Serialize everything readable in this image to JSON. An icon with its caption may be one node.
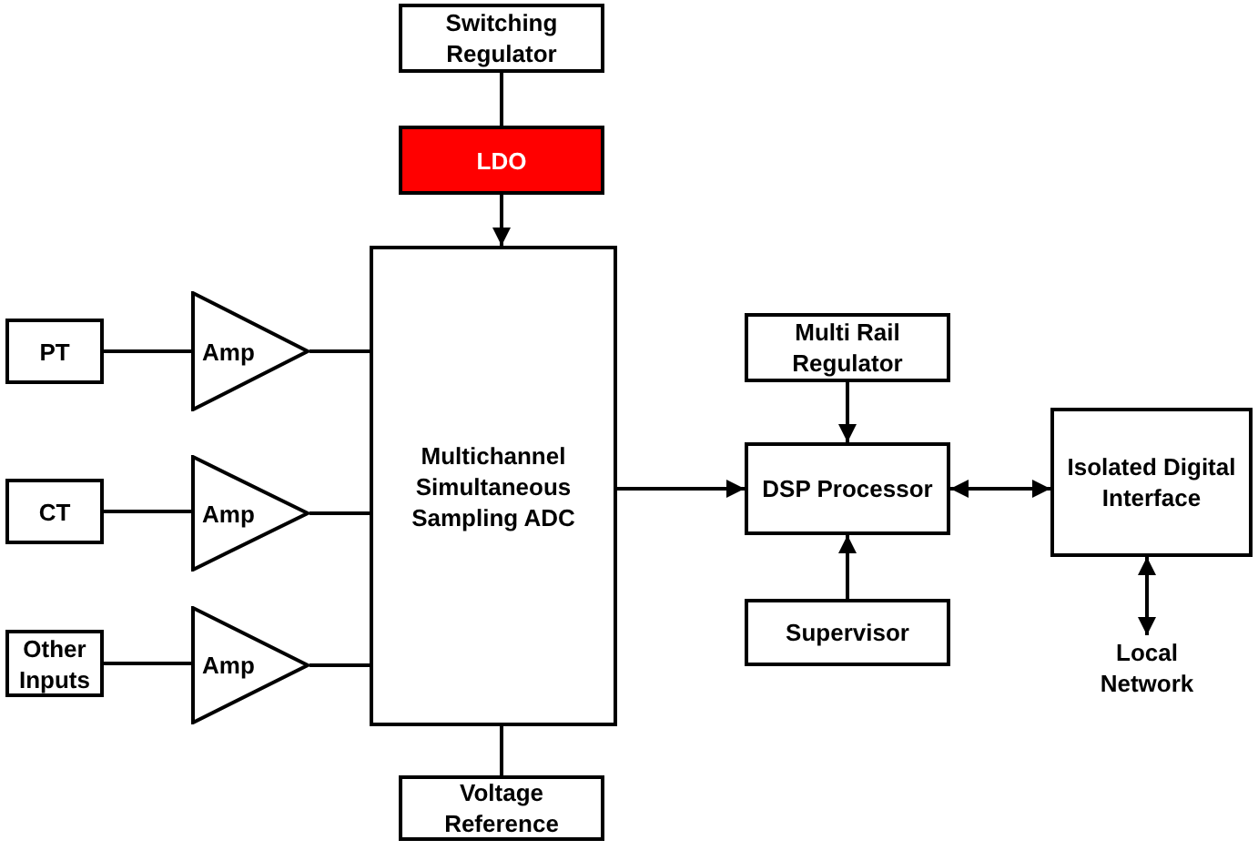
{
  "diagram": {
    "nodes": [
      {
        "text": [
          "Switching Regulator"
        ]
      },
      {
        "text": [
          "LDO"
        ]
      },
      {
        "text": [
          "PT"
        ]
      },
      {
        "text": [
          "Amp"
        ]
      },
      {
        "text": [
          "Multichannel Simultaneous Sampling ADC"
        ]
      },
      {
        "text": [
          "Multi Rail Regulator"
        ]
      },
      {
        "text": [
          "CT"
        ]
      },
      {
        "text": [
          "Amp"
        ]
      },
      {
        "text": [
          "DSP Processor"
        ]
      },
      {
        "text": [
          "Isolated Digital Interface"
        ]
      },
      {
        "text": [
          "Other Inputs"
        ]
      },
      {
        "text": [
          "Amp"
        ]
      },
      {
        "text": [
          "Supervisor"
        ]
      },
      {
        "text": [
          "Local Network"
        ]
      },
      {
        "text": [
          "Voltage Reference"
        ]
      }
    ],
    "edges": [
      {
        "from": 0,
        "to": 1,
        "arrow": "none"
      },
      {
        "from": 1,
        "to": 4,
        "arrow": "to"
      },
      {
        "from": 2,
        "to": 3,
        "arrow": "none"
      },
      {
        "from": 3,
        "to": 4,
        "arrow": "none"
      },
      {
        "from": 6,
        "to": 7,
        "arrow": "none"
      },
      {
        "from": 7,
        "to": 4,
        "arrow": "none"
      },
      {
        "from": 10,
        "to": 11,
        "arrow": "none"
      },
      {
        "from": 11,
        "to": 4,
        "arrow": "none"
      },
      {
        "from": 4,
        "to": 8,
        "arrow": "to"
      },
      {
        "from": 5,
        "to": 8,
        "arrow": "to"
      },
      {
        "from": 12,
        "to": 8,
        "arrow": "to"
      },
      {
        "from": 8,
        "to": 9,
        "arrow": "both"
      },
      {
        "from": 9,
        "to": 13,
        "arrow": "both"
      },
      {
        "from": 14,
        "to": 4,
        "arrow": "none"
      }
    ]
  }
}
